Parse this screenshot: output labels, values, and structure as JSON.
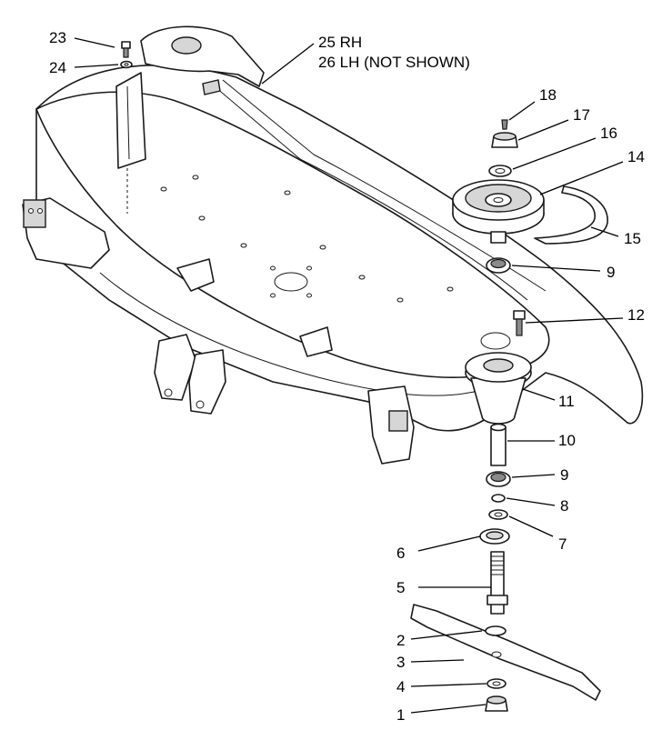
{
  "callouts": [
    {
      "id": "c23",
      "text": "23"
    },
    {
      "id": "c24",
      "text": "24"
    },
    {
      "id": "c25",
      "text": "25 RH"
    },
    {
      "id": "c26",
      "text": "26 LH (NOT SHOWN)"
    },
    {
      "id": "c18",
      "text": "18"
    },
    {
      "id": "c17",
      "text": "17"
    },
    {
      "id": "c16",
      "text": "16"
    },
    {
      "id": "c14",
      "text": "14"
    },
    {
      "id": "c15",
      "text": "15"
    },
    {
      "id": "c9a",
      "text": "9"
    },
    {
      "id": "c12",
      "text": "12"
    },
    {
      "id": "c11",
      "text": "11"
    },
    {
      "id": "c10",
      "text": "10"
    },
    {
      "id": "c9b",
      "text": "9"
    },
    {
      "id": "c8",
      "text": "8"
    },
    {
      "id": "c7",
      "text": "7"
    },
    {
      "id": "c6",
      "text": "6"
    },
    {
      "id": "c5",
      "text": "5"
    },
    {
      "id": "c2",
      "text": "2"
    },
    {
      "id": "c3",
      "text": "3"
    },
    {
      "id": "c4",
      "text": "4"
    },
    {
      "id": "c1",
      "text": "1"
    }
  ]
}
